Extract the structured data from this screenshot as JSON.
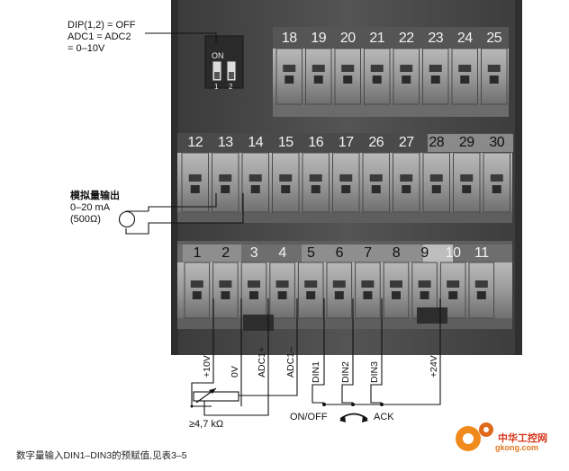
{
  "dip": {
    "lines": [
      "DIP(1,2) = OFF",
      "ADC1 = ADC2",
      "= 0–10V"
    ],
    "switch_label": "ON",
    "switch_nums": [
      "1",
      "2"
    ]
  },
  "top_row": {
    "terminals": [
      "18",
      "19",
      "20",
      "21",
      "22",
      "23",
      "24",
      "25"
    ]
  },
  "mid_row": {
    "terminals": [
      "12",
      "13",
      "14",
      "15",
      "16",
      "17",
      "26",
      "27",
      "28",
      "29",
      "30"
    ]
  },
  "bot_row": {
    "terminals": [
      "1",
      "2",
      "3",
      "4",
      "5",
      "6",
      "7",
      "8",
      "9",
      "10",
      "11"
    ]
  },
  "analog_out": {
    "title": "模拟量输出",
    "range": "0–20 mA",
    "load": "(500Ω)"
  },
  "wires": [
    "+10V",
    "0V",
    "ADC1+",
    "ADC1–",
    "DIN1",
    "DIN2",
    "DIN3",
    "+24V"
  ],
  "pot": "≥4,7 kΩ",
  "switch_labels": {
    "onoff": "ON/OFF",
    "ack": "ACK"
  },
  "caption": "数字量输入DIN1–DIN3的预赋值,见表3–5",
  "watermark": {
    "cn": "中华工控网",
    "url": "gkong.com"
  }
}
